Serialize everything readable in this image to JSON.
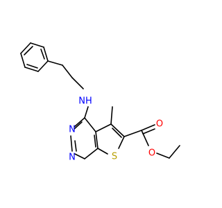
{
  "colors": {
    "bond": "#000000",
    "nitrogen": "#0000ff",
    "oxygen": "#ff0000",
    "sulfur": "#b8a000",
    "background": "#ffffff"
  },
  "atoms": {
    "nh": "NH",
    "n_upper": "N",
    "n_lower": "N",
    "s": "S",
    "o_carbonyl": "O",
    "o_ester": "O"
  }
}
